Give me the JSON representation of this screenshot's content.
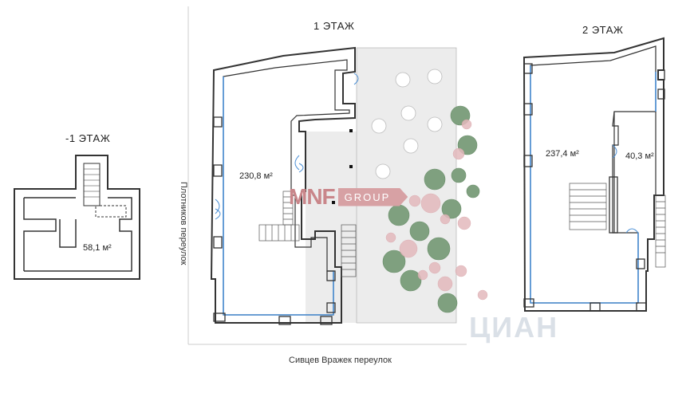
{
  "floors": {
    "basement": {
      "title": "-1 ЭТАЖ",
      "area": "58,1 м²"
    },
    "first": {
      "title": "1 ЭТАЖ",
      "area": "230,8 м²"
    },
    "second": {
      "title": "2 ЭТАЖ",
      "area_main": "237,4 м²",
      "area_side": "40,3 м²"
    }
  },
  "streets": {
    "vertical": "Плотников переулок",
    "horizontal": "Сивцев Вражек переулок"
  },
  "logo": {
    "mark": "MNF",
    "group": "GROUP"
  },
  "watermark": "ЦИАН",
  "colors": {
    "wall": "#333333",
    "window": "#4a8fd6",
    "courtyard": "#ebebeb",
    "tree_green": "#7fa07f",
    "tree_pink": "#e3b9bd",
    "logo": "#c9868a"
  }
}
